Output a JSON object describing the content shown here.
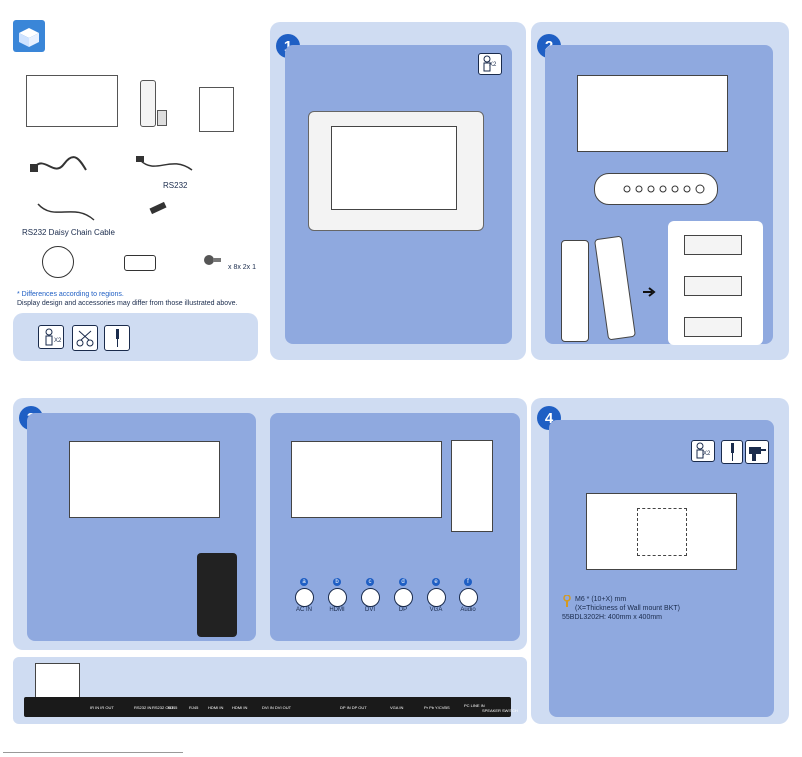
{
  "accessories": {
    "rs232_label": "RS232",
    "daisy_chain_label": "RS232 Daisy Chain Cable",
    "screws_label": "x 8x 2x 1",
    "note_title": "* Differences according to regions.",
    "note_body": "Display design and accessories may differ from those illustrated above."
  },
  "steps": {
    "one": {
      "number": "1",
      "persons": "X2"
    },
    "two": {
      "number": "2"
    },
    "three": {
      "number": "3"
    },
    "four": {
      "number": "4",
      "persons": "X2"
    }
  },
  "tools": {
    "persons": "X2"
  },
  "connectors": [
    {
      "tag": "a",
      "label": "AC IN"
    },
    {
      "tag": "b",
      "label": "HDMI"
    },
    {
      "tag": "c",
      "label": "DVI"
    },
    {
      "tag": "d",
      "label": "DP"
    },
    {
      "tag": "e",
      "label": "VGA"
    },
    {
      "tag": "f",
      "label": "Audio"
    }
  ],
  "ports": [
    "IR IN IR OUT",
    "RS232 IN",
    "RS232 OUT",
    "RJ45",
    "RJ45",
    "HDMI IN",
    "HDMI IN",
    "DVI IN DVI OUT",
    "DP IN DP OUT",
    "VGA IN",
    "Pr Pb Y/CVBS",
    "PC LINE IN",
    "SPEAKER SWITCH"
  ],
  "mount": {
    "screw_spec": "M6 * (10+X) mm",
    "screw_note": "(X=Thickness of  Wall mount BKT)",
    "model_spec": "55BDL3202H: 400mm x 400mm"
  },
  "colors": {
    "accent": "#1f5fc4",
    "panel_outer": "#cfdcf2",
    "panel_inner": "#8fa9df"
  }
}
